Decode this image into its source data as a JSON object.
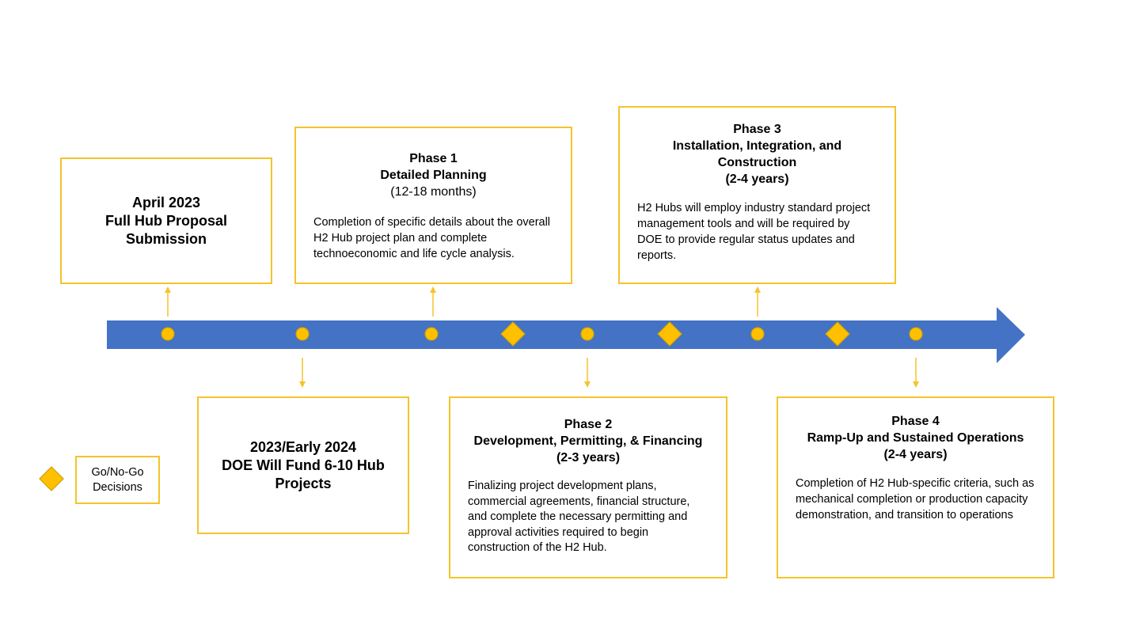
{
  "colors": {
    "arrow": "#4472c4",
    "accent": "#f5c32c",
    "marker": "#ffc000"
  },
  "timeline_markers": [
    "circle",
    "circle",
    "circle",
    "diamond",
    "circle",
    "diamond",
    "circle",
    "diamond",
    "circle"
  ],
  "boxes": {
    "april2023": {
      "line1": "April 2023",
      "line2": "Full Hub Proposal",
      "line3": "Submission"
    },
    "phase1": {
      "title": "Phase 1",
      "subtitle": "Detailed Planning",
      "duration": "(12-18 months)",
      "desc": "Completion of specific details about the overall H2 Hub project plan and complete technoeconomic and life cycle analysis."
    },
    "phase3": {
      "title": "Phase 3",
      "subtitle1": "Installation, Integration, and",
      "subtitle2": "Construction",
      "duration": "(2-4 years)",
      "desc": "H2 Hubs will employ industry standard project management tools and will be required by DOE to provide regular status updates and reports."
    },
    "doe_fund": {
      "line1": "2023/Early 2024",
      "line2": "DOE Will Fund 6-10 Hub",
      "line3": "Projects"
    },
    "phase2": {
      "title": "Phase 2",
      "subtitle": "Development, Permitting, & Financing",
      "duration": "(2-3 years)",
      "desc": "Finalizing project development plans, commercial agreements, financial structure, and complete the necessary permitting and approval activities required to begin construction of the H2 Hub."
    },
    "phase4": {
      "title": "Phase 4",
      "subtitle": "Ramp-Up and Sustained Operations",
      "duration": "(2-4 years)",
      "desc": "Completion of H2 Hub-specific criteria, such as mechanical completion or production capacity demonstration, and transition to operations"
    }
  },
  "legend": {
    "line1": "Go/No-Go",
    "line2": "Decisions",
    "icon": "diamond"
  }
}
